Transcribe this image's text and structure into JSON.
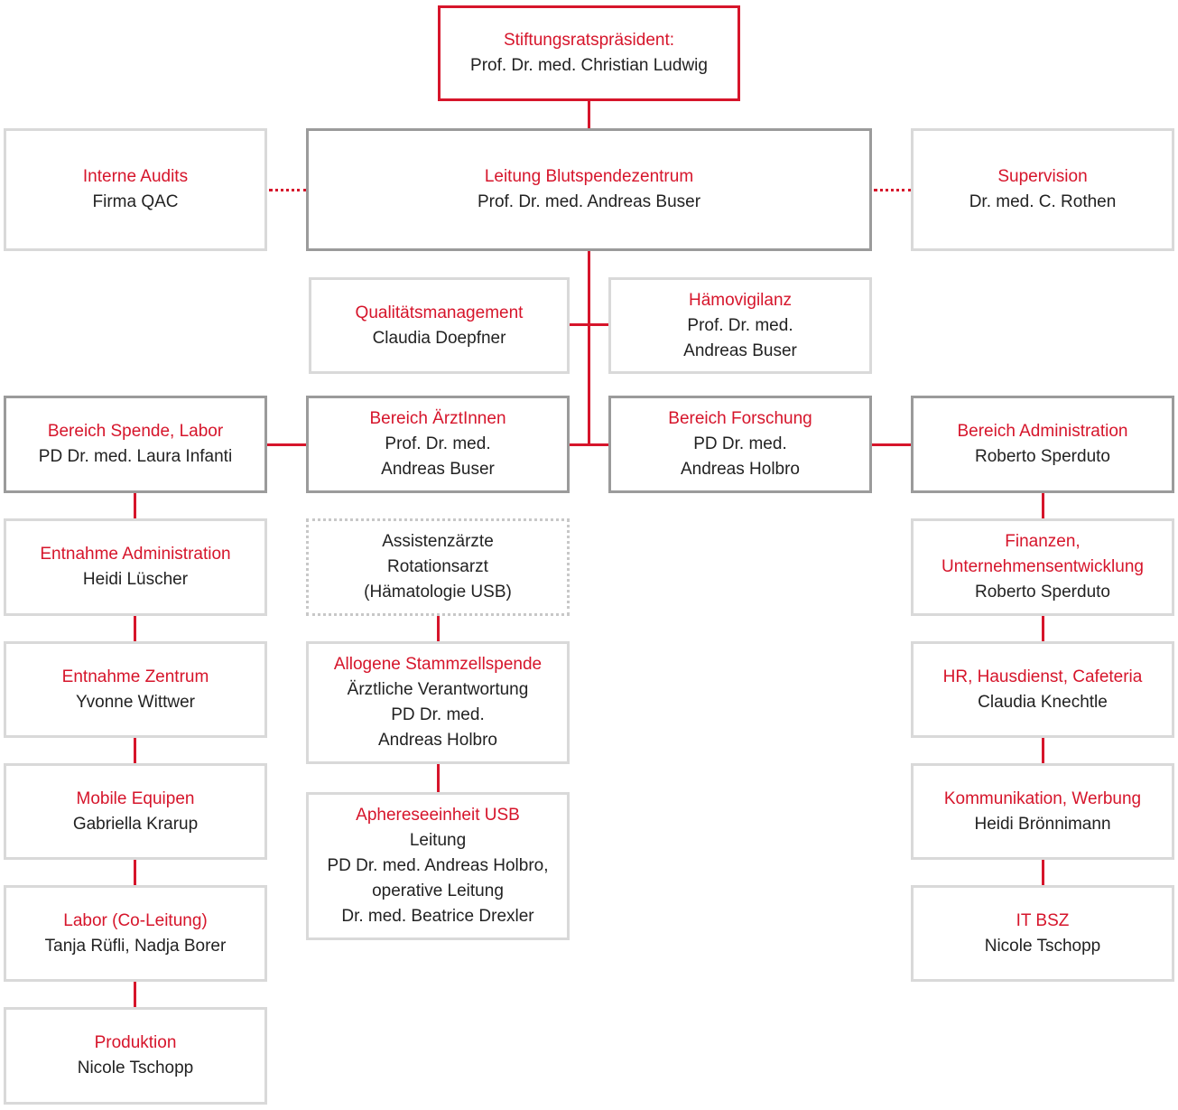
{
  "colors": {
    "accent": "#d6152b",
    "text": "#222222",
    "border_light": "#d9d9d9",
    "border_dark": "#9b9b9b"
  },
  "president": {
    "title": "Stiftungsratspräsident:",
    "lines": [
      "Prof. Dr. med. Christian Ludwig"
    ]
  },
  "leitung": {
    "title": "Leitung Blutspendezentrum",
    "lines": [
      "Prof. Dr. med. Andreas Buser"
    ]
  },
  "audits": {
    "title": "Interne Audits",
    "lines": [
      "Firma QAC"
    ]
  },
  "supervision": {
    "title": "Supervision",
    "lines": [
      "Dr. med. C. Rothen"
    ]
  },
  "qm": {
    "title": "Qualitätsmanagement",
    "lines": [
      "Claudia Doepfner"
    ]
  },
  "haemo": {
    "title": "Hämovigilanz",
    "lines": [
      "Prof. Dr. med.",
      "Andreas Buser"
    ]
  },
  "spende": {
    "title": "Bereich Spende, Labor",
    "lines": [
      "PD Dr. med. Laura Infanti"
    ]
  },
  "aerzte": {
    "title": "Bereich ÄrztInnen",
    "lines": [
      "Prof. Dr. med.",
      "Andreas Buser"
    ]
  },
  "forschung": {
    "title": "Bereich Forschung",
    "lines": [
      "PD Dr. med.",
      "Andreas Holbro"
    ]
  },
  "admin": {
    "title": "Bereich Administration",
    "lines": [
      "Roberto Sperduto"
    ]
  },
  "entnahme_admin": {
    "title": "Entnahme Administration",
    "lines": [
      "Heidi Lüscher"
    ]
  },
  "entnahme_zentrum": {
    "title": "Entnahme Zentrum",
    "lines": [
      "Yvonne Wittwer"
    ]
  },
  "mobile": {
    "title": "Mobile Equipen",
    "lines": [
      "Gabriella Krarup"
    ]
  },
  "labor": {
    "title": "Labor (Co-Leitung)",
    "lines": [
      "Tanja Rüfli, Nadja Borer"
    ]
  },
  "produktion": {
    "title": "Produktion",
    "lines": [
      "Nicole Tschopp"
    ]
  },
  "assistenz": {
    "title": "",
    "lines": [
      "Assistenzärzte",
      "Rotationsarzt",
      "(Hämatologie USB)"
    ]
  },
  "stammzell": {
    "title": "Allogene Stammzellspende",
    "lines": [
      "Ärztliche Verantwortung",
      "PD Dr. med.",
      "Andreas Holbro"
    ]
  },
  "apherese": {
    "title": "Aphereseeinheit USB",
    "lines": [
      "Leitung",
      "PD Dr. med. Andreas Holbro,",
      "operative Leitung",
      "Dr. med. Beatrice Drexler"
    ]
  },
  "finanzen": {
    "title": "Finanzen, Unternehmensentwicklung",
    "lines": [
      "Roberto Sperduto"
    ]
  },
  "hr": {
    "title": "HR, Hausdienst, Cafeteria",
    "lines": [
      "Claudia Knechtle"
    ]
  },
  "kommunikation": {
    "title": "Kommunikation, Werbung",
    "lines": [
      "Heidi Brönnimann"
    ]
  },
  "it": {
    "title": "IT BSZ",
    "lines": [
      "Nicole Tschopp"
    ]
  }
}
